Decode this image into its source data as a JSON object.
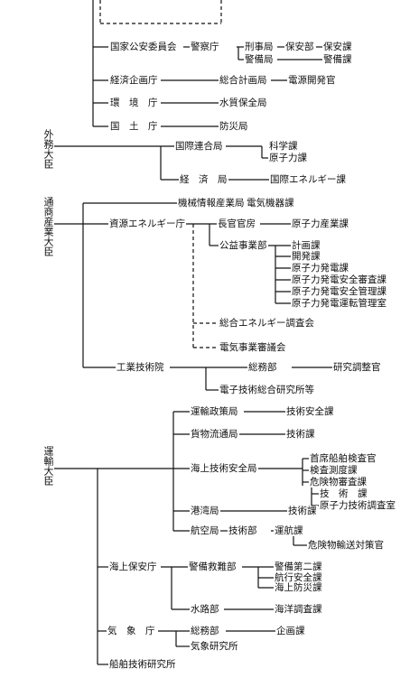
{
  "ministers": {
    "foreign": "外務大臣",
    "miti": "通商産業大臣",
    "transport": "運輸大臣"
  },
  "nodes": {
    "kokka_koan": "国家公安委員会",
    "keisatsu": "警察庁",
    "keiji": "刑事局",
    "hoan_bu": "保安部",
    "hoan_ka": "保安課",
    "keibi_kyoku": "警備局",
    "keibi_ka": "警備課",
    "keizai_kikaku": "経済企画庁",
    "sogo_keikaku": "総合計画局",
    "dengen_kaihatsu": "電源開発官",
    "kankyo": "環　境　庁",
    "suishitsu": "水質保全局",
    "kokudo": "国　土　庁",
    "bosai": "防災局",
    "kokusai_rengo": "国際連合局",
    "kagaku_ka": "科学課",
    "genshiryoku_ka": "原子力課",
    "keizai_kyoku": "経　済　局",
    "kokusai_energy": "国際エネルギー課",
    "kikai_joho": "機械情報産業局",
    "denki_kiki": "電気機器課",
    "shigen_energy": "資源エネルギー庁",
    "chokan_kanbo": "長官官房",
    "genshiryoku_sangyo": "原子力産業課",
    "koeki_jigyo": "公益事業部",
    "keikaku_ka": "計画課",
    "kaihatsu_ka": "開発課",
    "genshiryoku_hatsuden": "原子力発電課",
    "hatsuden_anzen_shinsa": "原子力発電安全審査課",
    "hatsuden_anzen_kanri": "原子力発電安全管理課",
    "hatsuden_unten": "原子力発電運転管理室",
    "sogo_energy_chosa": "総合エネルギー調査会",
    "denki_jigyo_shingi": "電気事業審議会",
    "kogyo_gijutsu": "工業技術院",
    "somu_bu": "総務部",
    "kenkyu_chosei": "研究調整官",
    "denshi_gijutsu": "電子技術総合研究所等",
    "unyu_seisaku": "運輸政策局",
    "gijutsu_anzen_1": "技術安全課",
    "kamotsu": "貨物流通局",
    "gijutsu_ka_1": "技術課",
    "kaijo_gijutsu": "海上技術安全局",
    "senpaku_kensa": "首席船舶検査官",
    "kensa_sokudo": "検査測度課",
    "kikenbutsu_shinsa": "危険物審査課",
    "gijutsu_ka_2": "技　術　課",
    "genshiryoku_gijutsu_chosa": "原子力技術調査室",
    "kowan": "港湾局",
    "gijutsu_ka_3": "技術課",
    "kokyo": "航空局",
    "gijutsu_bu": "技術部",
    "unko_ka": "運航課",
    "kikenbutsu_yuso": "危険物輸送対策官",
    "kaijo_hoan": "海上保安庁",
    "keibi_kyunan": "警備救難部",
    "keibi_daini": "警備第二課",
    "kokou_anzen": "航行安全課",
    "kaijo_bosai": "海上防災課",
    "suiro_bu": "水路部",
    "kaiyo_chosa": "海洋調査課",
    "kisho": "気　象　庁",
    "somu_bu_2": "総務部",
    "kikaku_ka": "企画課",
    "kisho_kenkyu": "気象研究所",
    "senpaku_gijutsu": "船舶技術研究所"
  }
}
